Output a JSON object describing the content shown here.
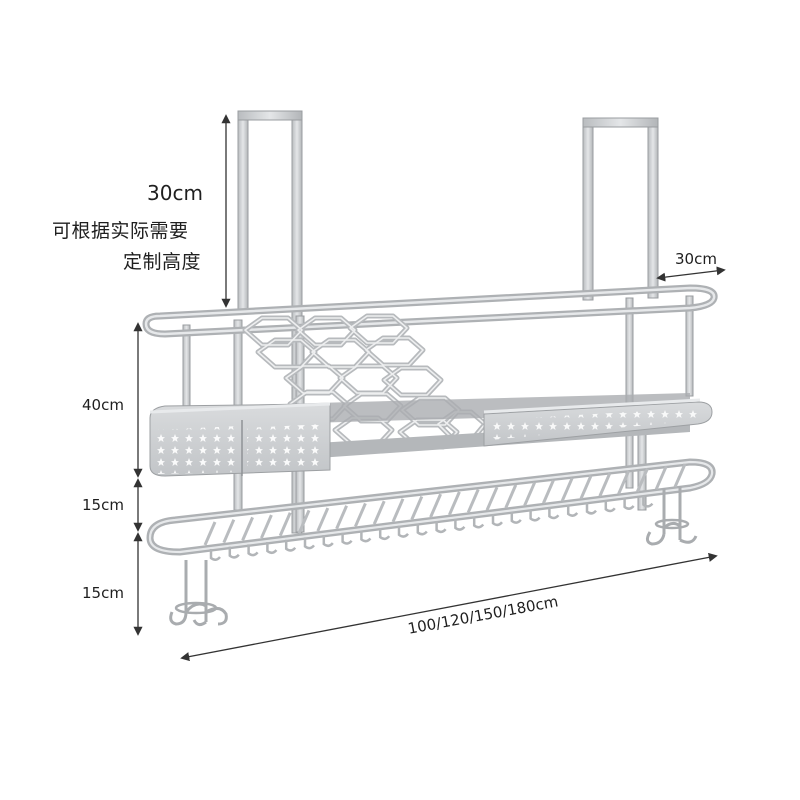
{
  "dimensions": {
    "top_height": "30cm",
    "custom_note_line1": "可根据实际需要",
    "custom_note_line2": "定制高度",
    "depth": "30cm",
    "upper_height": "40cm",
    "middle_height": "15cm",
    "lower_height": "15cm",
    "width_options": "100/120/150/180cm"
  },
  "colors": {
    "metal": "#c9cbcd",
    "metal_dark": "#a7aaad",
    "metal_edge": "#8d9094",
    "line": "#333333"
  }
}
